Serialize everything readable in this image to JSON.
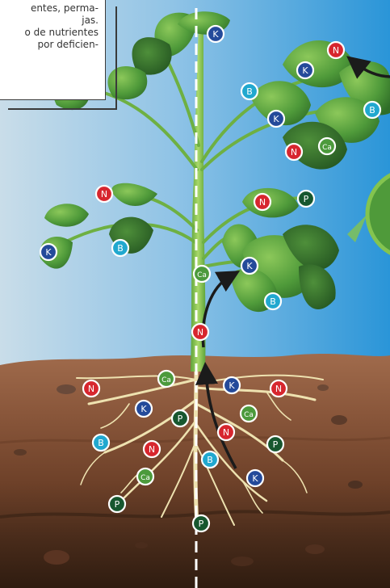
{
  "caption": {
    "lines": [
      "entes, perma-",
      "jas.",
      "o de nutrientes",
      "por deficien-"
    ]
  },
  "nutrients": {
    "N": {
      "label": "N",
      "color": "#d7262e"
    },
    "K": {
      "label": "K",
      "color": "#244a9a"
    },
    "B": {
      "label": "B",
      "color": "#21a8cf"
    },
    "Ca": {
      "label": "Ca",
      "color": "#4c9a3c"
    },
    "P": {
      "label": "P",
      "color": "#17572f"
    }
  },
  "badges": [
    {
      "id": "K",
      "region": "leaf"
    },
    {
      "id": "N",
      "region": "leaf"
    },
    {
      "id": "K",
      "region": "leaf"
    },
    {
      "id": "B",
      "region": "leaf"
    },
    {
      "id": "K",
      "region": "leaf"
    },
    {
      "id": "B",
      "region": "leaf"
    },
    {
      "id": "N",
      "region": "leaf"
    },
    {
      "id": "Ca",
      "region": "leaf"
    },
    {
      "id": "N",
      "region": "leaf"
    },
    {
      "id": "N",
      "region": "leaf"
    },
    {
      "id": "P",
      "region": "leaf"
    },
    {
      "id": "K",
      "region": "leaf"
    },
    {
      "id": "B",
      "region": "leaf"
    },
    {
      "id": "Ca",
      "region": "stem"
    },
    {
      "id": "K",
      "region": "leaf"
    },
    {
      "id": "B",
      "region": "leaf"
    },
    {
      "id": "N",
      "region": "stem"
    },
    {
      "id": "N",
      "region": "soil"
    },
    {
      "id": "Ca",
      "region": "soil"
    },
    {
      "id": "K",
      "region": "soil"
    },
    {
      "id": "N",
      "region": "soil"
    },
    {
      "id": "K",
      "region": "soil"
    },
    {
      "id": "P",
      "region": "soil"
    },
    {
      "id": "Ca",
      "region": "soil"
    },
    {
      "id": "B",
      "region": "soil"
    },
    {
      "id": "N",
      "region": "soil"
    },
    {
      "id": "N",
      "region": "soil"
    },
    {
      "id": "P",
      "region": "soil"
    },
    {
      "id": "Ca",
      "region": "soil"
    },
    {
      "id": "B",
      "region": "soil"
    },
    {
      "id": "K",
      "region": "soil"
    },
    {
      "id": "P",
      "region": "soil"
    },
    {
      "id": "P",
      "region": "soil"
    }
  ],
  "colors": {
    "sky_left": "#c4dbe8",
    "sky_right": "#2f96d6",
    "soil_top": "#9a6548",
    "soil_mid": "#7a4a33",
    "soil_bottom": "#3b2517",
    "leaf": "#4f9a3a",
    "leaf_dark": "#2c6a26",
    "stem": "#7fbf4a",
    "root": "#efe4b3",
    "arrow": "#1b1b1b"
  }
}
